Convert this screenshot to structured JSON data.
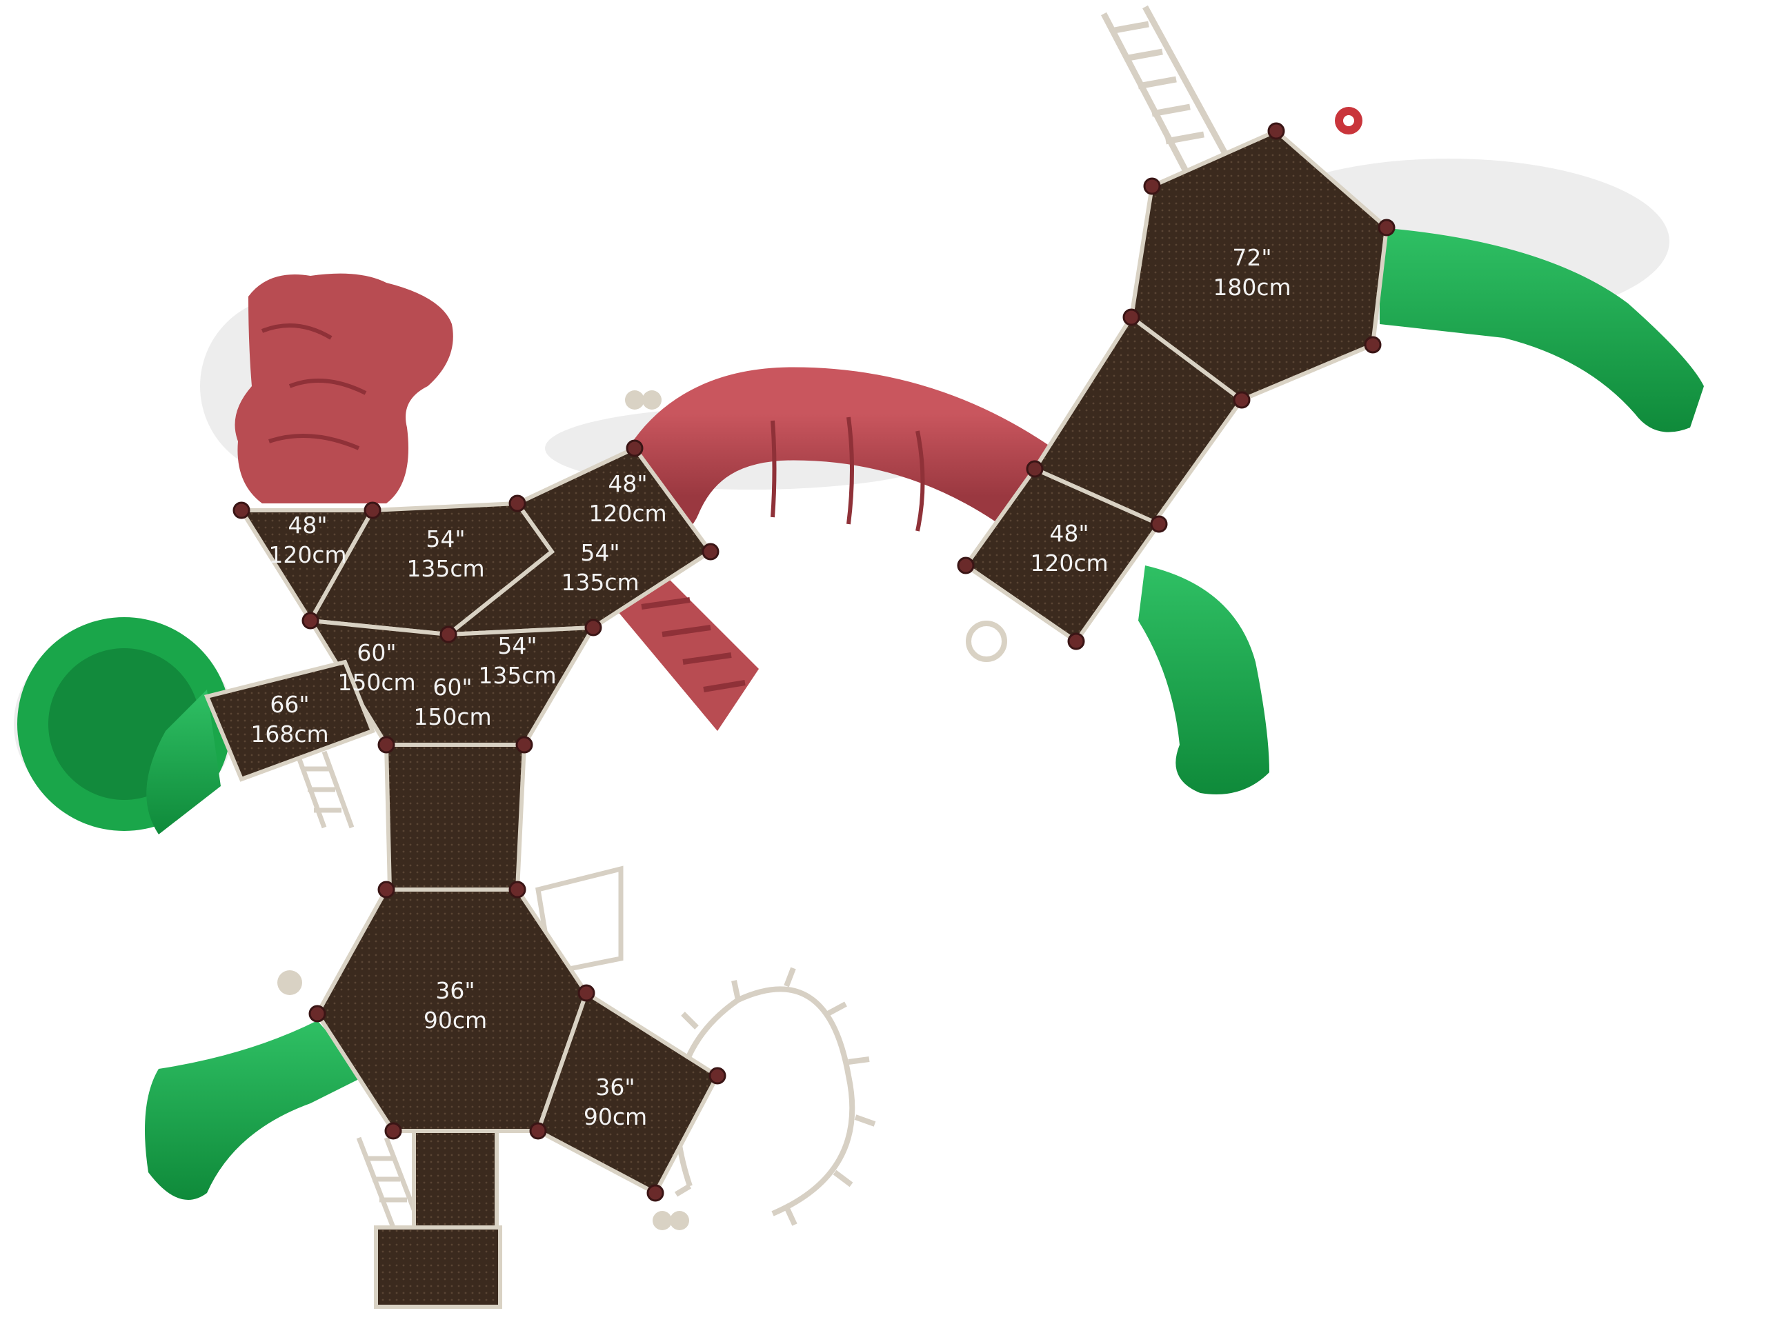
{
  "colors": {
    "deck": "#3b2a1e",
    "slide_green": "#1aa64a",
    "tube_red": "#b8474f",
    "frame": "#d9d2c4",
    "post": "#6a2a2a"
  },
  "decks": [
    {
      "id": "deck-top-right",
      "imperial": "72\"",
      "metric": "180cm"
    },
    {
      "id": "deck-left-top",
      "imperial": "48\"",
      "metric": "120cm"
    },
    {
      "id": "deck-center-top",
      "imperial": "54\"",
      "metric": "135cm"
    },
    {
      "id": "deck-tube-end",
      "imperial": "48\"",
      "metric": "120cm"
    },
    {
      "id": "deck-center-right",
      "imperial": "54\"",
      "metric": "135cm"
    },
    {
      "id": "deck-right-mid",
      "imperial": "48\"",
      "metric": "120cm"
    },
    {
      "id": "deck-center-lower-right",
      "imperial": "54\"",
      "metric": "135cm"
    },
    {
      "id": "deck-center-left",
      "imperial": "60\"",
      "metric": "150cm"
    },
    {
      "id": "deck-center-mid",
      "imperial": "60\"",
      "metric": "150cm"
    },
    {
      "id": "deck-left-slide",
      "imperial": "66\"",
      "metric": "168cm"
    },
    {
      "id": "deck-bottom-main",
      "imperial": "36\"",
      "metric": "90cm"
    },
    {
      "id": "deck-bottom-right",
      "imperial": "36\"",
      "metric": "90cm"
    }
  ]
}
